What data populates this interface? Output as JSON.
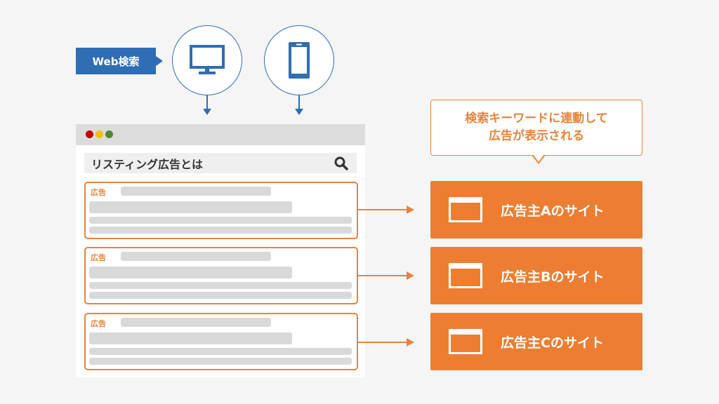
{
  "web_search_label": "Web検索",
  "icons": {
    "desktop": "desktop-monitor-icon",
    "mobile": "smartphone-icon",
    "search": "magnifier-icon",
    "site": "browser-window-icon"
  },
  "browser": {
    "search_query": "リスティング広告とは",
    "ads": [
      {
        "label": "広告"
      },
      {
        "label": "広告"
      },
      {
        "label": "広告"
      }
    ]
  },
  "callout": {
    "line1": "検索キーワードに連動して",
    "line2": "広告が表示される"
  },
  "sites": [
    {
      "label": "広告主Aのサイト"
    },
    {
      "label": "広告主Bのサイト"
    },
    {
      "label": "広告主Cのサイト"
    }
  ],
  "colors": {
    "blue": "#2f6db4",
    "orange": "#ed7d31",
    "background": "#f5f5f5"
  }
}
